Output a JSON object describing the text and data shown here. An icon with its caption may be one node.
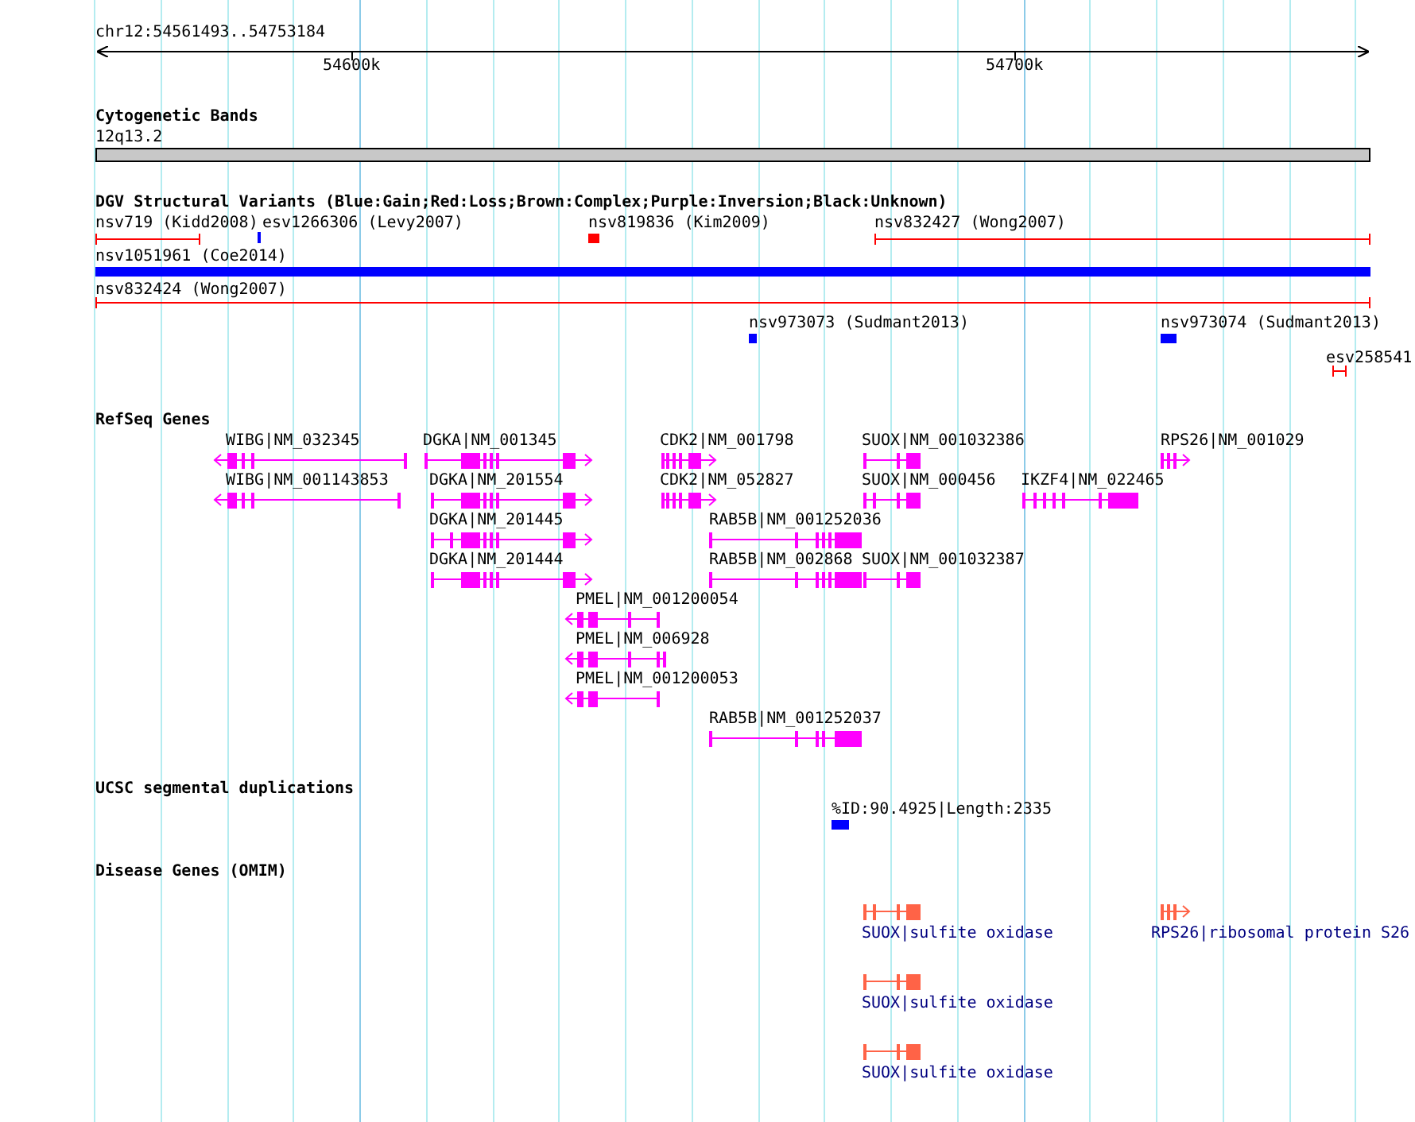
{
  "diagram": {
    "labels": [
      "chr12:54561493..54753184",
      "54600k",
      "54700k",
      "Cytogenetic Bands",
      "12q13.2",
      "DGV Structural Variants (Blue:Gain;Red:Loss;Brown:Complex;Purple:Inversion;Black:Unknown)",
      "nsv719 (Kidd2008)",
      "esv1266306 (Levy2007)",
      "nsv819836 (Kim2009)",
      "nsv832427 (Wong2007)",
      "nsv1051961 (Coe2014)",
      "nsv832424 (Wong2007)",
      "nsv973073 (Sudmant2013)",
      "nsv973074 (Sudmant2013)",
      "esv258541",
      "RefSeq Genes",
      "WIBG|NM_032345",
      "DGKA|NM_001345",
      "CDK2|NM_001798",
      "SUOX|NM_001032386",
      "RPS26|NM_001029",
      "WIBG|NM_001143853",
      "DGKA|NM_201554",
      "CDK2|NM_052827",
      "SUOX|NM_000456",
      "IKZF4|NM_022465",
      "DGKA|NM_201445",
      "RAB5B|NM_001252036",
      "DGKA|NM_201444",
      "RAB5B|NM_002868",
      "SUOX|NM_001032387",
      "PMEL|NM_001200054",
      "PMEL|NM_006928",
      "PMEL|NM_001200053",
      "RAB5B|NM_001252037",
      "UCSC segmental duplications",
      "%ID:90.4925|Length:2335",
      "Disease Genes (OMIM)",
      "SUOX|sulfite oxidase",
      "RPS26|ribosomal protein S26",
      "SUOX|sulfite oxidase",
      "SUOX|sulfite oxidase"
    ]
  }
}
